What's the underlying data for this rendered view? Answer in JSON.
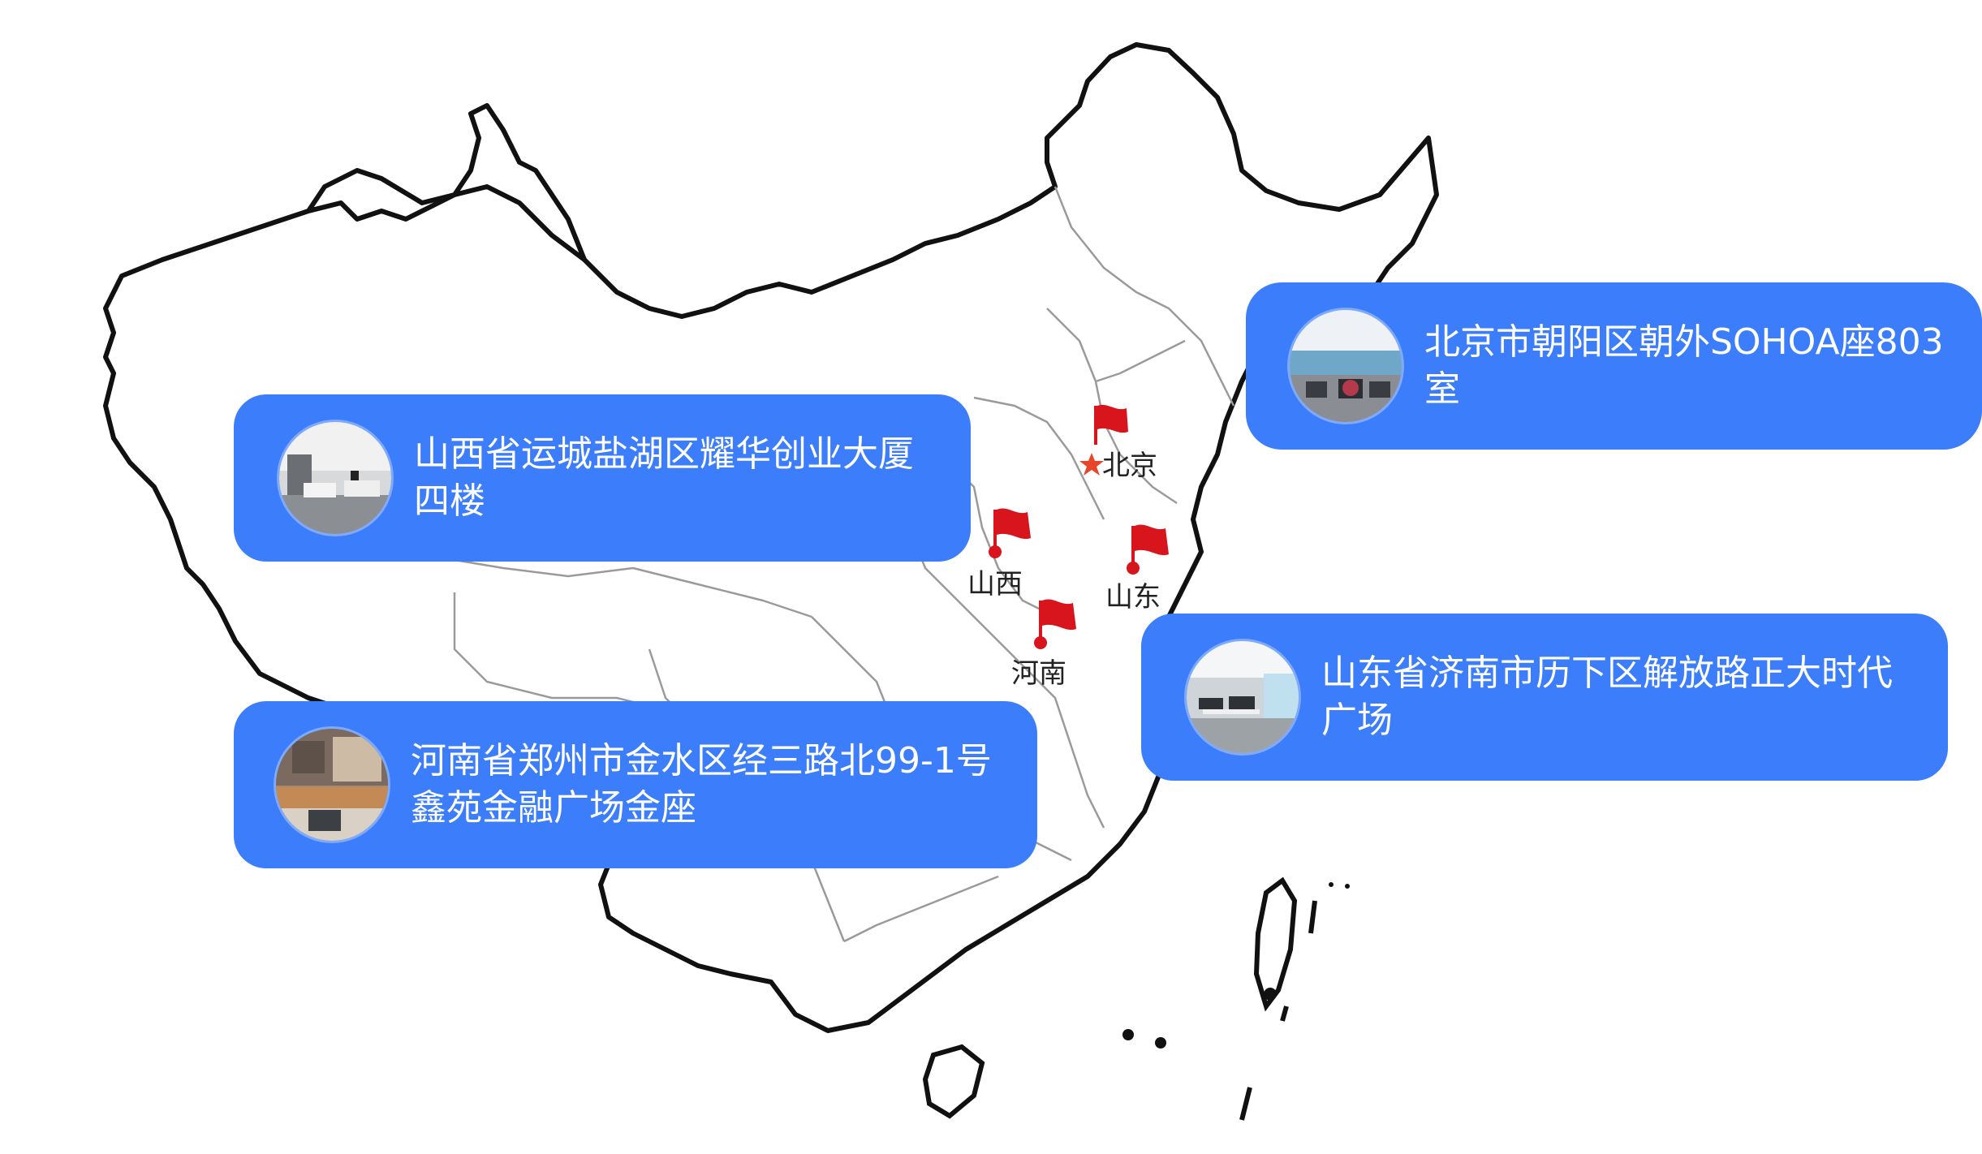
{
  "colors": {
    "card_bg": "#3b7dfa",
    "flag_red": "#d8141c",
    "capital_star": "#e8442a",
    "border_line": "#111111",
    "province_line": "#9a9a9a"
  },
  "map": {
    "markers": [
      {
        "id": "beijing",
        "label": "北京",
        "icon": "capital-star-icon"
      },
      {
        "id": "shanxi",
        "label": "山西",
        "icon": "flag-icon"
      },
      {
        "id": "shandong",
        "label": "山东",
        "icon": "flag-icon"
      },
      {
        "id": "henan",
        "label": "河南",
        "icon": "flag-icon"
      }
    ]
  },
  "cards": [
    {
      "id": "beijing",
      "address": "北京市朝阳区朝外SOHOA座803室",
      "photo": "office-photo"
    },
    {
      "id": "shanxi",
      "address": "山西省运城盐湖区耀华创业大厦四楼",
      "photo": "office-photo"
    },
    {
      "id": "shandong",
      "address": "山东省济南市历下区解放路正大时代广场",
      "photo": "office-photo"
    },
    {
      "id": "henan",
      "address": "河南省郑州市金水区经三路北99-1号鑫苑金融广场金座",
      "photo": "office-photo"
    }
  ]
}
